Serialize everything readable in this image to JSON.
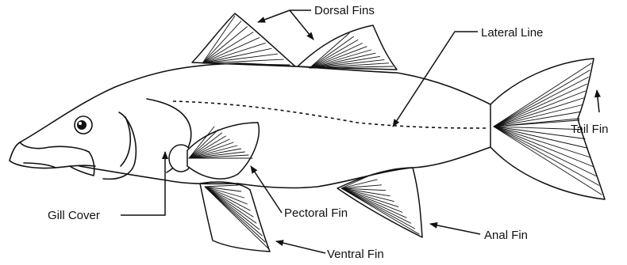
{
  "labels": {
    "dorsal_fins": "Dorsal Fins",
    "lateral_line": "Lateral Line",
    "tail_fin": "Tail Fin",
    "gill_cover": "Gill Cover",
    "pectoral_fin": "Pectoral Fin",
    "anal_fin": "Anal Fin",
    "ventral_fin": "Ventral Fin"
  },
  "colors": {
    "line": "#111111",
    "background": "#ffffff"
  }
}
